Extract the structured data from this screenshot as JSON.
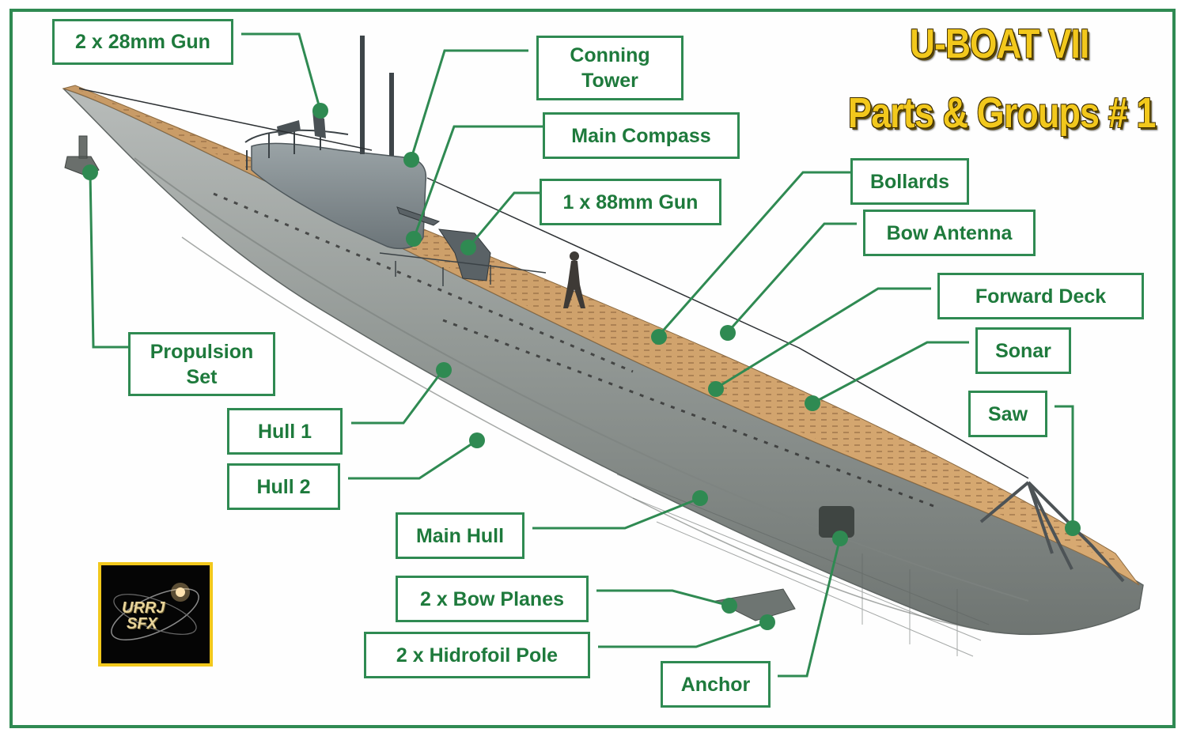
{
  "title": {
    "line1": "U-BOAT VII",
    "line2": "Parts & Groups # 1"
  },
  "logo": {
    "text_line1": "URRJ",
    "text_line2": "SFX"
  },
  "colors": {
    "frame": "#2f8a52",
    "label_text": "#1e7a3c",
    "title_yellow": "#f2c81c",
    "deck": "#c99a5e",
    "hull": "#8e9491"
  },
  "labels": {
    "gun_28mm": "2 x 28mm Gun",
    "conning_tower_1": "Conning",
    "conning_tower_2": "Tower",
    "main_compass": "Main Compass",
    "gun_88mm": "1 x 88mm Gun",
    "bollards": "Bollards",
    "bow_antenna": "Bow Antenna",
    "forward_deck": "Forward Deck",
    "sonar": "Sonar",
    "saw": "Saw",
    "propulsion_1": "Propulsion",
    "propulsion_2": "Set",
    "hull_1": "Hull 1",
    "hull_2": "Hull 2",
    "main_hull": "Main Hull",
    "bow_planes": "2 x Bow Planes",
    "hidrofoil_pole": "2 x Hidrofoil Pole",
    "anchor": "Anchor"
  }
}
